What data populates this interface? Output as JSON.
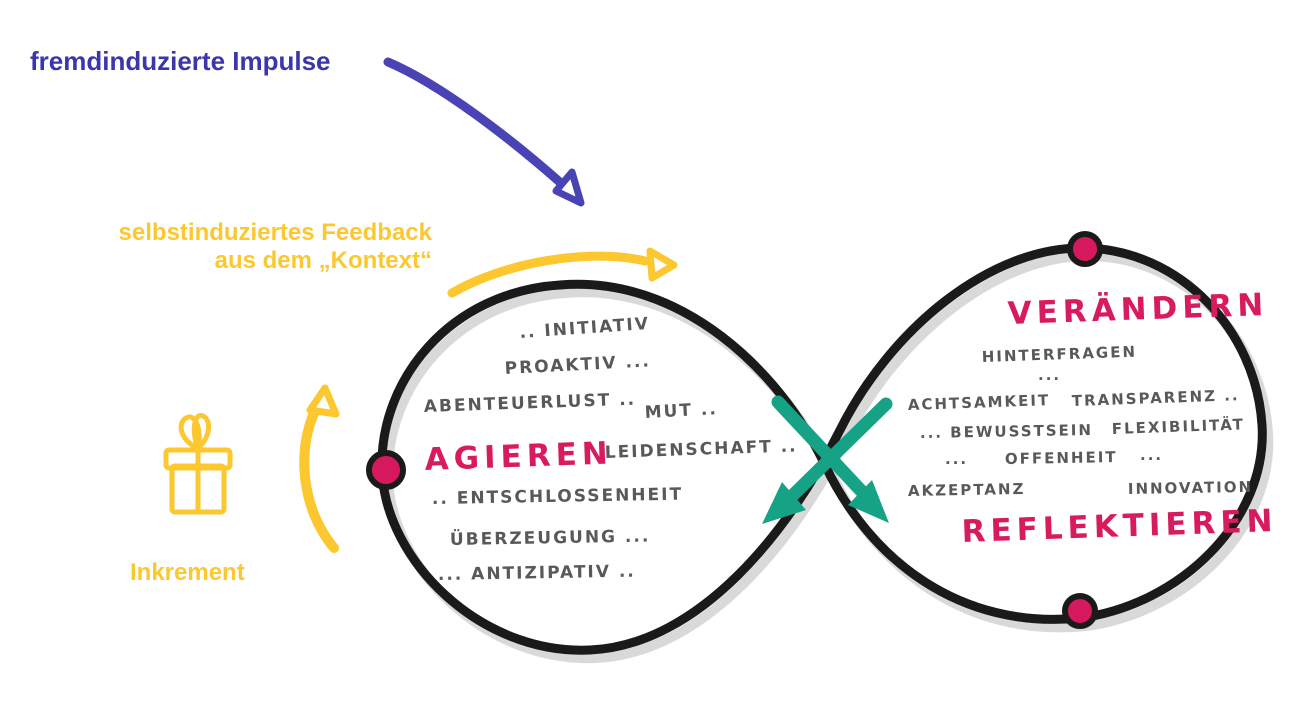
{
  "title": "Agiles Doppel-Loop Diagramm (Lemniskate)",
  "colors": {
    "loop_stroke": "#1a1a1a",
    "accent_pink": "#d81b5e",
    "accent_blue": "#3b36ab",
    "accent_yellow": "#fcc72f",
    "accent_green": "#16a385",
    "hand_gray": "#595959"
  },
  "annotations": {
    "impulse": "fremdinduzierte Impulse",
    "feedback_line1": "selbstinduziertes Feedback",
    "feedback_line2": "aus dem „Kontext“",
    "inkrement": "Inkrement"
  },
  "left_loop": {
    "title": "AGIEREN",
    "words": [
      ".. INITIATIV",
      "PROAKTIV  ...",
      "ABENTEUERLUST ..",
      "MUT ..",
      "LEIDENSCHAFT ..",
      ".. ENTSCHLOSSENHEIT",
      "ÜBERZEUGUNG   ...",
      "...  ANTIZIPATIV  .."
    ]
  },
  "right_loop": {
    "title_top": "VERÄNDERN",
    "title_bottom": "REFLEKTIEREN",
    "words": [
      "HINTERFRAGEN",
      "...",
      "ACHTSAMKEIT",
      "TRANSPARENZ ..",
      "...  BEWUSSTSEIN",
      "FLEXIBILITÄT",
      "...",
      "OFFENHEIT",
      "...",
      "AKZEPTANZ",
      "INNOVATION"
    ]
  }
}
